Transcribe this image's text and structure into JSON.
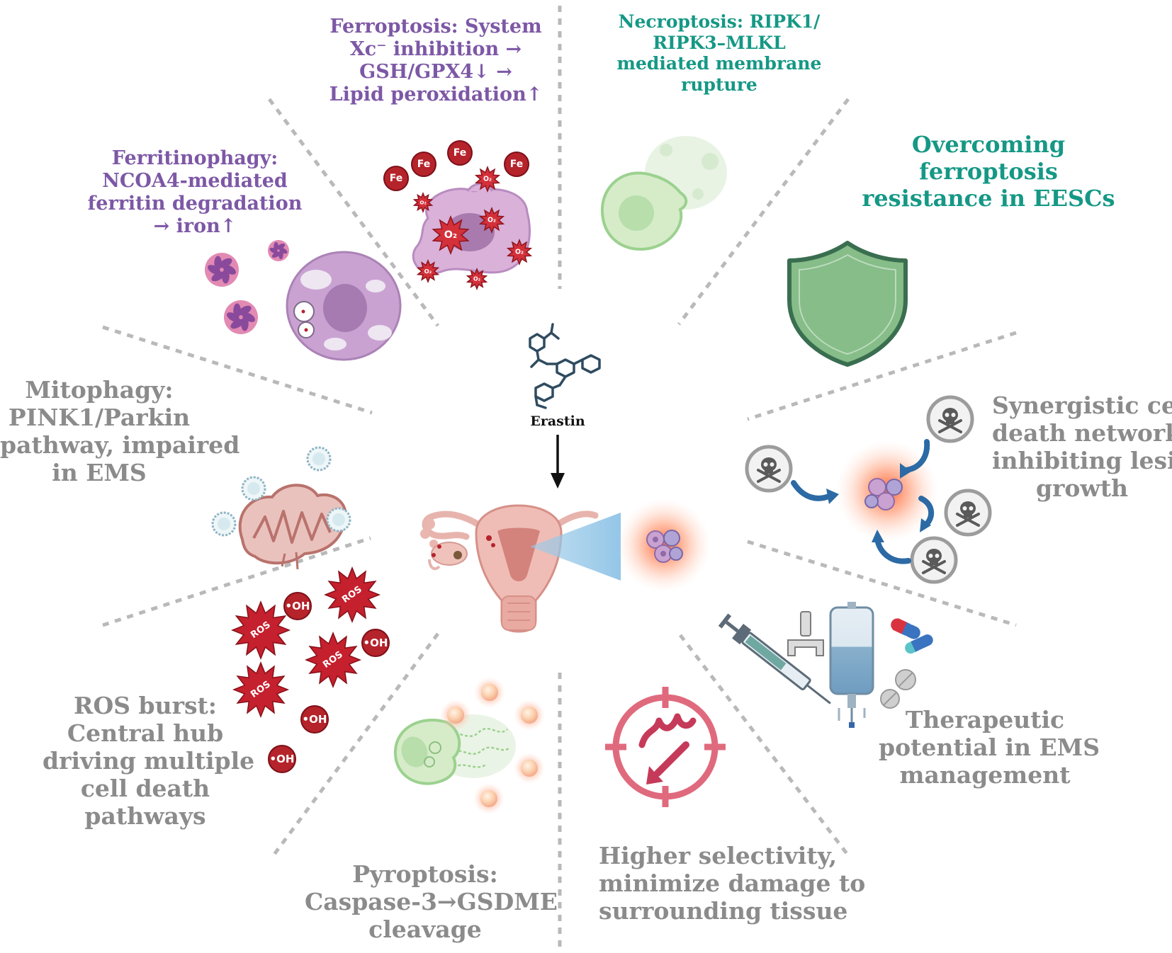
{
  "labels": {
    "ferroptosis": [
      "Ferroptosis: System",
      "Xc⁻ inhibition →",
      "GSH/GPX4↓ →",
      "Lipid peroxidation↑"
    ],
    "necroptosis": [
      "Necroptosis: RIPK1/",
      "RIPK3–MLKL",
      "mediated membrane",
      "rupture"
    ],
    "ferritinophagy": [
      "Ferritinophagy:",
      "NCOA4-mediated",
      "ferritin degradation",
      "→ iron↑"
    ],
    "overcoming": [
      "Overcoming",
      "ferroptosis",
      "resistance in EESCs"
    ],
    "mitophagy": [
      "Mitophagy:",
      "PINK1/Parkin",
      "pathway, impaired",
      "in EMS"
    ],
    "synergistic": [
      "Synergistic cell",
      "death network",
      "inhibiting lesion",
      "growth"
    ],
    "ros_burst": [
      "ROS burst:",
      "Central hub",
      "driving multiple",
      "cell death",
      "pathways"
    ],
    "therapeutic": [
      "Therapeutic",
      "potential in EMS",
      "management"
    ],
    "pyroptosis": [
      "Pyroptosis:",
      "Caspase-3→GSDME",
      "cleavage"
    ],
    "selectivity": [
      "Higher selectivity,",
      "minimize damage to",
      "surrounding tissue"
    ],
    "erastin": [
      "Erastin"
    ]
  },
  "glyphs": {
    "fe": "Fe",
    "o2": "O₂",
    "ros": "ROS",
    "oh": "•OH"
  },
  "icons": {
    "drug": "erastin-molecule-icon",
    "arrow": "down-arrow-icon",
    "organ": "uterus-icon",
    "cells": "lesion-cells-icon",
    "shield": "shield-icon",
    "skull": "skull-icon",
    "target": "target-icon",
    "medicine": "medicine-icon",
    "mitochondrion": "mitochondrion-icon"
  },
  "colors": {
    "purple": "#7d58a6",
    "teal": "#159885",
    "gray": "#8b8b8b",
    "red": "#b5232b",
    "shield": "#8cbd8a",
    "shield_edge": "#3a6e50"
  }
}
